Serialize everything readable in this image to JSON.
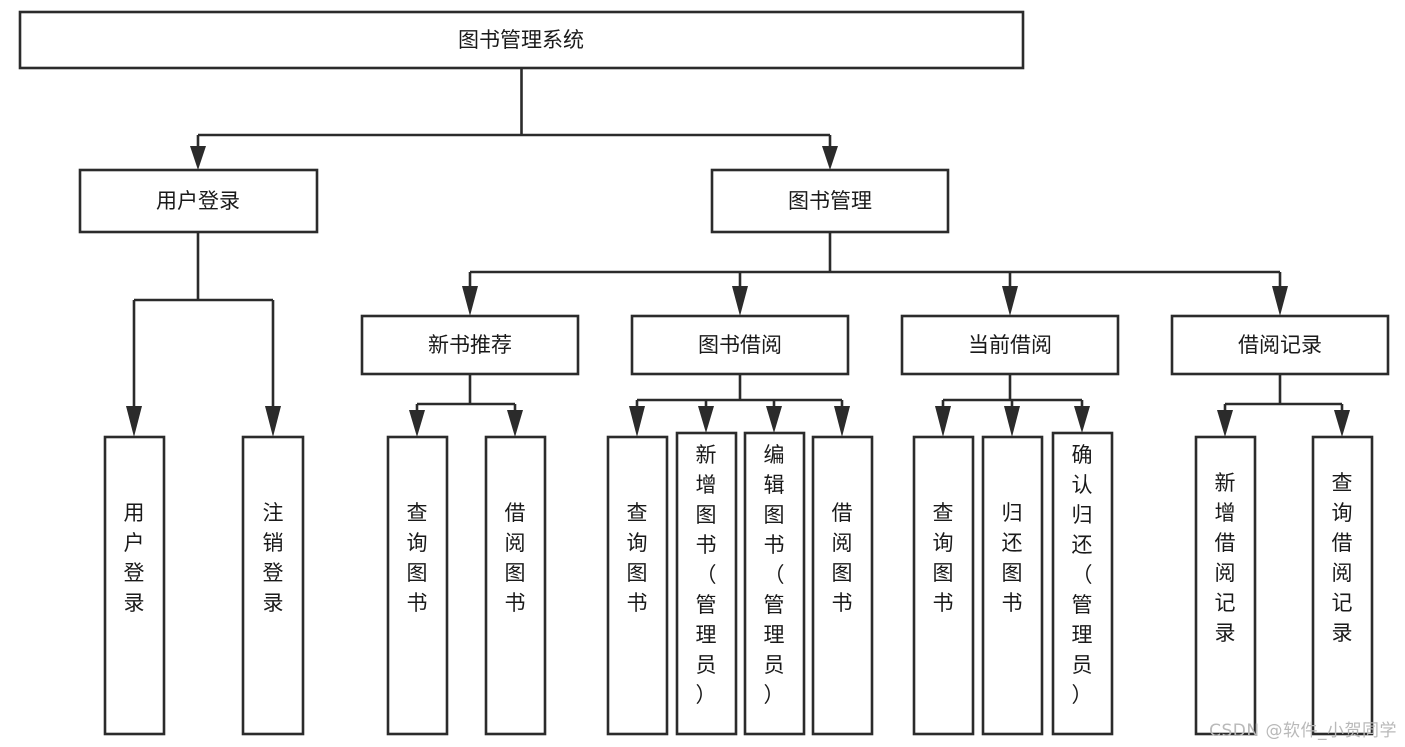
{
  "diagram": {
    "type": "tree-hierarchy",
    "title": "图书管理系统",
    "watermark": "CSDN @软件_小贺同学",
    "root": {
      "id": "root",
      "label": "图书管理系统",
      "orientation": "horizontal"
    },
    "level2": [
      {
        "id": "user-login",
        "label": "用户登录",
        "orientation": "horizontal"
      },
      {
        "id": "book-management",
        "label": "图书管理",
        "orientation": "horizontal"
      }
    ],
    "level3": [
      {
        "id": "new-book-recommend",
        "label": "新书推荐",
        "parent": "book-management",
        "orientation": "horizontal"
      },
      {
        "id": "book-borrow",
        "label": "图书借阅",
        "parent": "book-management",
        "orientation": "horizontal"
      },
      {
        "id": "current-borrow",
        "label": "当前借阅",
        "parent": "book-management",
        "orientation": "horizontal"
      },
      {
        "id": "borrow-record",
        "label": "借阅记录",
        "parent": "book-management",
        "orientation": "horizontal"
      }
    ],
    "leaves": [
      {
        "id": "leaf-user-login",
        "label": "用户登录",
        "parent": "user-login",
        "orientation": "vertical"
      },
      {
        "id": "leaf-logout-login",
        "label": "注销登录",
        "parent": "user-login",
        "orientation": "vertical"
      },
      {
        "id": "leaf-query-book-1",
        "label": "查询图书",
        "parent": "new-book-recommend",
        "orientation": "vertical"
      },
      {
        "id": "leaf-borrow-book-1",
        "label": "借阅图书",
        "parent": "new-book-recommend",
        "orientation": "vertical"
      },
      {
        "id": "leaf-query-book-2",
        "label": "查询图书",
        "parent": "book-borrow",
        "orientation": "vertical"
      },
      {
        "id": "leaf-add-book",
        "label": "新增图书（管理员）",
        "parent": "book-borrow",
        "orientation": "vertical"
      },
      {
        "id": "leaf-edit-book",
        "label": "编辑图书（管理员）",
        "parent": "book-borrow",
        "orientation": "vertical"
      },
      {
        "id": "leaf-borrow-book-2",
        "label": "借阅图书",
        "parent": "book-borrow",
        "orientation": "vertical"
      },
      {
        "id": "leaf-query-book-3",
        "label": "查询图书",
        "parent": "current-borrow",
        "orientation": "vertical"
      },
      {
        "id": "leaf-return-book",
        "label": "归还图书",
        "parent": "current-borrow",
        "orientation": "vertical"
      },
      {
        "id": "leaf-confirm-return",
        "label": "确认归还（管理员）",
        "parent": "current-borrow",
        "orientation": "vertical"
      },
      {
        "id": "leaf-add-record",
        "label": "新增借阅记录",
        "parent": "borrow-record",
        "orientation": "vertical"
      },
      {
        "id": "leaf-query-record",
        "label": "查询借阅记录",
        "parent": "borrow-record",
        "orientation": "vertical"
      }
    ],
    "colors": {
      "box_fill": "#ffffff",
      "box_stroke": "#2b2b2b",
      "text": "#1a1a1a",
      "watermark": "#b9b9b9",
      "background": "#ffffff"
    }
  }
}
